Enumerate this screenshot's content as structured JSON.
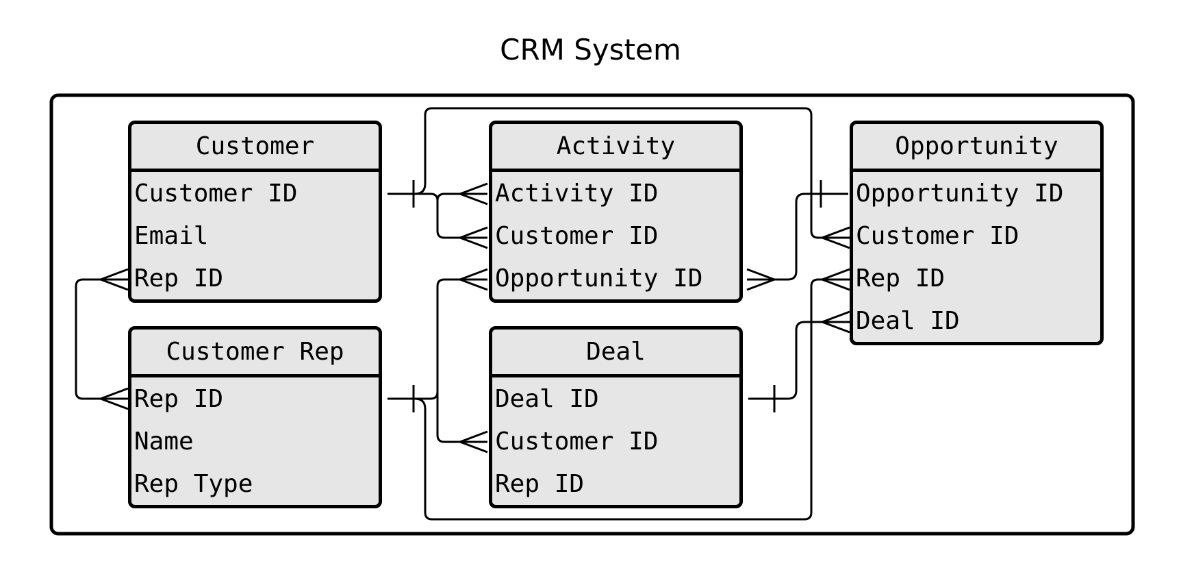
{
  "title": "CRM System",
  "entities": {
    "customer": {
      "name": "Customer",
      "attributes": [
        "Customer ID",
        "Email",
        "Rep ID"
      ]
    },
    "customer_rep": {
      "name": "Customer Rep",
      "attributes": [
        "Rep ID",
        "Name",
        "Rep Type"
      ]
    },
    "activity": {
      "name": "Activity",
      "attributes": [
        "Activity ID",
        "Customer ID",
        "Opportunity ID"
      ]
    },
    "deal": {
      "name": "Deal",
      "attributes": [
        "Deal ID",
        "Customer ID",
        "Rep ID"
      ]
    },
    "opportunity": {
      "name": "Opportunity",
      "attributes": [
        "Opportunity ID",
        "Customer ID",
        "Rep ID",
        "Deal ID"
      ]
    }
  },
  "relationships": [
    {
      "from": "customer.Customer ID",
      "to": "activity.Activity ID",
      "from_card": "one",
      "to_card": "many"
    },
    {
      "from": "customer.Customer ID",
      "to": "activity.Customer ID",
      "from_card": "one",
      "to_card": "many"
    },
    {
      "from": "customer.Customer ID",
      "to": "opportunity.Customer ID",
      "from_card": "one",
      "to_card": "many"
    },
    {
      "from": "customer_rep.Rep ID",
      "to": "customer.Rep ID",
      "from_card": "many",
      "to_card": "many"
    },
    {
      "from": "customer_rep.Rep ID",
      "to": "activity.Opportunity ID",
      "from_card": "one",
      "to_card": "many"
    },
    {
      "from": "customer_rep.Rep ID",
      "to": "deal.Customer ID",
      "from_card": "one",
      "to_card": "many"
    },
    {
      "from": "customer_rep.Rep ID",
      "to": "opportunity.Rep ID",
      "from_card": "one",
      "to_card": "many"
    },
    {
      "from": "opportunity.Opportunity ID",
      "to": "activity.Opportunity ID",
      "from_card": "one",
      "to_card": "many"
    },
    {
      "from": "deal.Deal ID",
      "to": "opportunity.Deal ID",
      "from_card": "one",
      "to_card": "many"
    }
  ]
}
